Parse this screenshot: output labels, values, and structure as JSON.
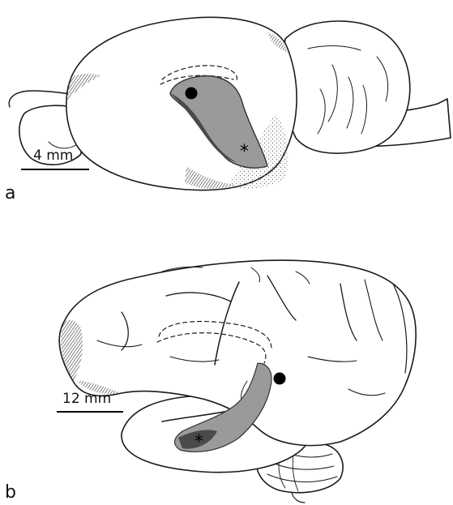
{
  "figure": {
    "panels": [
      {
        "letter": "a",
        "scale_label": "4 mm",
        "markers": [
          "●",
          "*"
        ]
      },
      {
        "letter": "b",
        "scale_label": "12 mm",
        "markers": [
          "●",
          "*"
        ]
      }
    ]
  },
  "colors": {
    "line": "#1a1a1a",
    "highlight": "#9a9a9a",
    "dense_shade": "#4a4a4a",
    "stipple": "#777777",
    "background": "#ffffff"
  },
  "icons": [
    "filled-circle-marker",
    "asterisk-marker",
    "scale-bar"
  ]
}
